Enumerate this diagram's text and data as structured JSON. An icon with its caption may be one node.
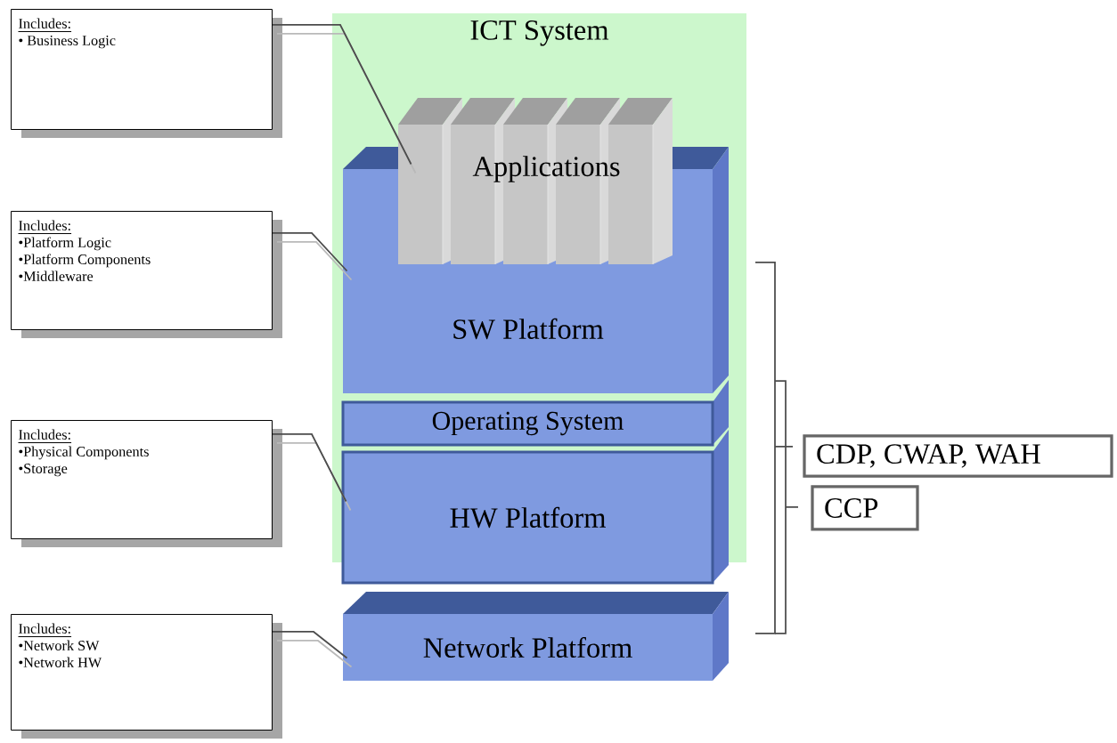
{
  "diagram": {
    "nodes": [
      {
        "text": [
          "ICT System"
        ]
      },
      {
        "text": [
          "Applications"
        ],
        "in": 0
      },
      {
        "text": [
          "SW Platform"
        ],
        "in": 0
      },
      {
        "text": [
          "Operating System"
        ],
        "in": 0
      },
      {
        "text": [
          "HW Platform"
        ]
      },
      {
        "text": [
          "Network Platform"
        ]
      },
      {
        "text": [
          "Includes:",
          "• Business Logic"
        ]
      },
      {
        "text": [
          "Includes:",
          "•Platform Logic",
          "•Platform Components",
          "•Middleware"
        ]
      },
      {
        "text": [
          "Includes:",
          "•Physical Components",
          "•Storage"
        ]
      },
      {
        "text": [
          "Includes:",
          "•Network SW",
          "•Network HW"
        ]
      },
      {
        "text": [
          "CDP, CWAP, WAH"
        ]
      },
      {
        "text": [
          "CCP"
        ]
      }
    ],
    "edges": [
      {
        "from": 6,
        "to": 1,
        "arrow": "none"
      },
      {
        "from": 7,
        "to": 2,
        "arrow": "none"
      },
      {
        "from": 8,
        "to": 4,
        "arrow": "none"
      },
      {
        "from": 9,
        "to": 5,
        "arrow": "none"
      }
    ]
  }
}
